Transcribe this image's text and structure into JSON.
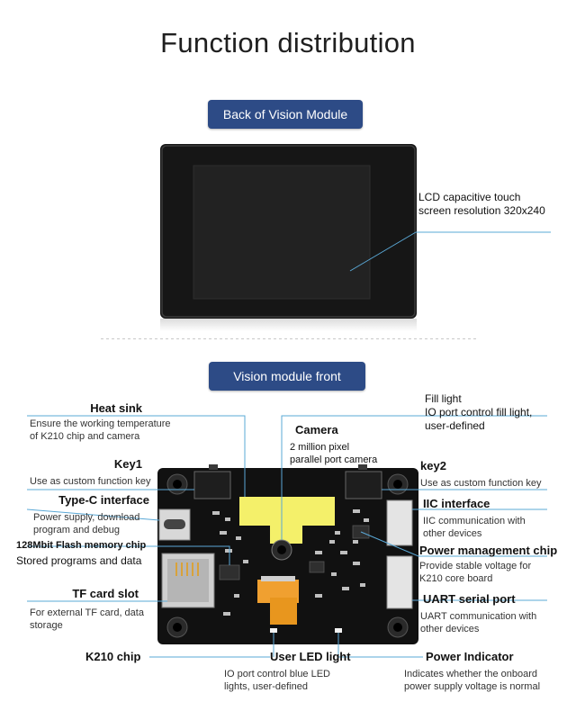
{
  "title": "Function distribution",
  "sections": {
    "back": "Back of Vision Module",
    "front": "Vision module front"
  },
  "back_labels": {
    "lcd": [
      "LCD capacitive touch",
      "screen resolution 320x240"
    ]
  },
  "front_labels": {
    "heat_sink": {
      "title": "Heat sink",
      "desc": [
        "Ensure the working temperature",
        "of K210 chip and camera"
      ]
    },
    "key1": {
      "title": "Key1",
      "desc": [
        "Use as custom function key"
      ]
    },
    "typec": {
      "title": "Type-C interface",
      "desc": [
        "Power supply, download",
        "program and debug"
      ]
    },
    "flash": {
      "title": "128Mbit Flash memory chip",
      "desc": [
        "Stored programs and data"
      ]
    },
    "tf": {
      "title": "TF card slot",
      "desc": [
        "For external TF card, data",
        "storage"
      ]
    },
    "k210": {
      "title": "K210 chip"
    },
    "camera": {
      "title": "Camera",
      "desc": [
        "2 million pixel",
        "parallel port camera"
      ]
    },
    "user_led": {
      "title": "User LED light",
      "desc": [
        "IO port control blue LED",
        "lights, user-defined"
      ]
    },
    "fill_light": {
      "title": "Fill light",
      "desc": [
        "IO port control fill light,",
        "user-defined"
      ]
    },
    "key2": {
      "title": "key2",
      "desc": [
        "Use as custom function key"
      ]
    },
    "iic": {
      "title": "IIC interface",
      "desc": [
        "IIC communication with",
        "other devices"
      ]
    },
    "power_mgmt": {
      "title": "Power management chip",
      "desc": [
        "Provide stable voltage for",
        "K210 core board"
      ]
    },
    "uart": {
      "title": "UART serial port",
      "desc": [
        "UART communication with",
        "other devices"
      ]
    },
    "power_ind": {
      "title": "Power Indicator",
      "desc": [
        "Indicates whether the onboard",
        "power supply voltage is normal"
      ]
    }
  },
  "colors": {
    "pill": "#2d4b86",
    "leader": "#5aa8d6",
    "heatsink": "#f4f06a",
    "camera_flex": "#f0a030",
    "board": "#111111"
  }
}
